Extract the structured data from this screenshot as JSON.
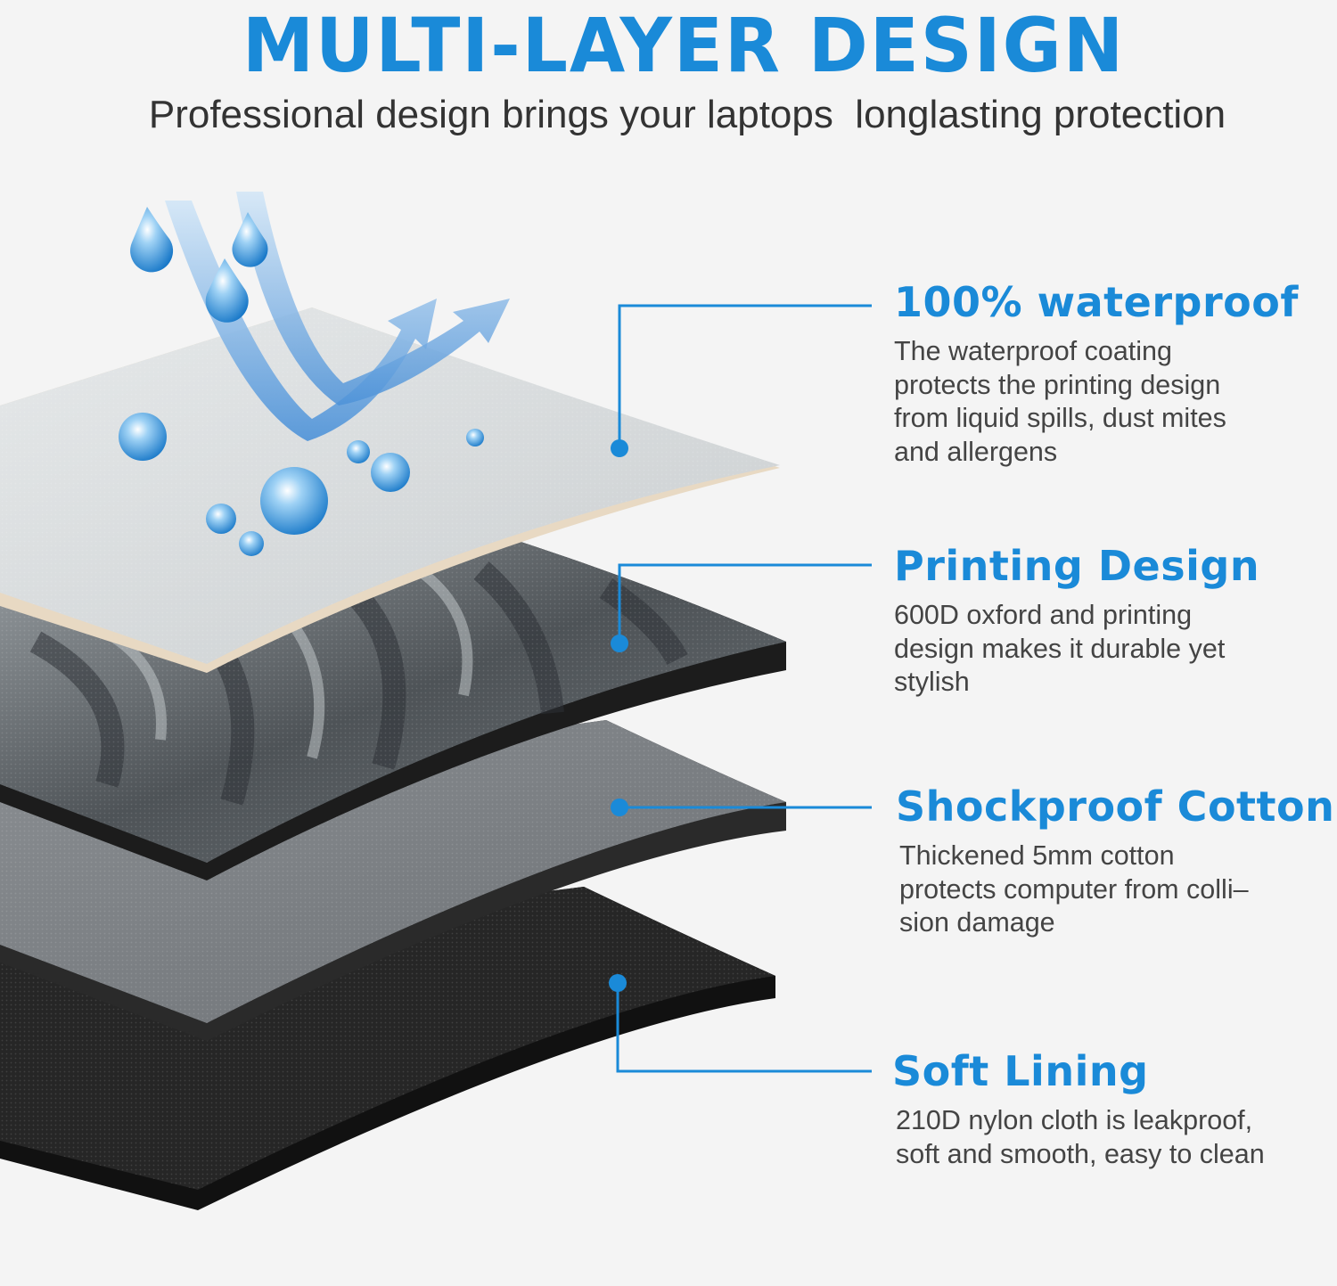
{
  "header": {
    "title": "MULTI-LAYER DESIGN",
    "subtitle": "Professional design brings your laptops  longlasting protection"
  },
  "colors": {
    "accent": "#1a8ad8",
    "layer_waterproof": "#d9dcdc",
    "layer_printing": "#5d6266",
    "layer_cotton": "#767a7e",
    "layer_lining": "#1e1e1e"
  },
  "features": [
    {
      "heading": "100% waterproof",
      "description": "The waterproof coating\nprotects the printing design\nfrom liquid spills, dust mites\nand allergens"
    },
    {
      "heading": "Printing Design",
      "description": "600D oxford and printing\ndesign makes it durable yet\nstylish"
    },
    {
      "heading": "Shockproof Cotton",
      "description": "Thickened 5mm cotton\nprotects computer from colli–\nsion damage"
    },
    {
      "heading": "Soft Lining",
      "description": "210D nylon cloth is leakproof,\nsoft and smooth, easy to clean"
    }
  ]
}
